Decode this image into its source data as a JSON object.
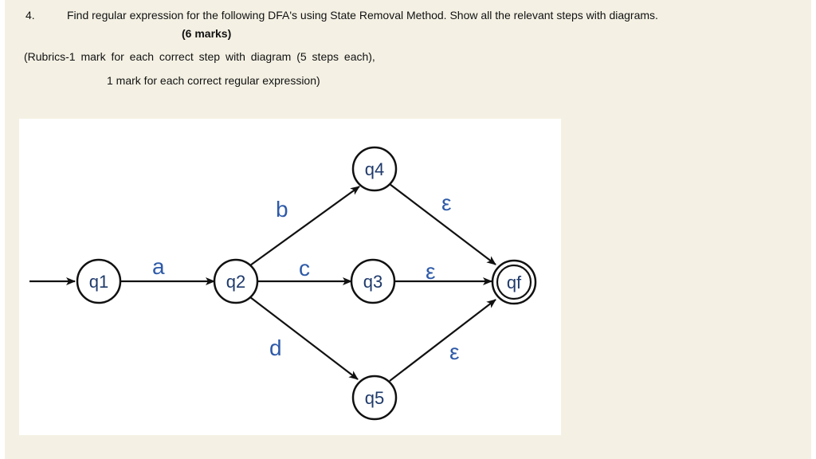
{
  "question": {
    "number": "4.",
    "text": "Find regular expression for the following DFA's using State Removal Method. Show all the relevant steps with diagrams.",
    "marks": "(6 marks)",
    "rubric_line1": "(Rubrics-1 mark for each correct step with diagram (5 steps each),",
    "rubric_line2": "1 mark for each correct regular expression)"
  },
  "dfa": {
    "states": {
      "q1": "q1",
      "q2": "q2",
      "q3": "q3",
      "q4": "q4",
      "q5": "q5",
      "qf": "qf"
    },
    "transitions": [
      {
        "from": "q1",
        "to": "q2",
        "label": "a"
      },
      {
        "from": "q2",
        "to": "q4",
        "label": "b"
      },
      {
        "from": "q2",
        "to": "q3",
        "label": "c"
      },
      {
        "from": "q2",
        "to": "q5",
        "label": "d"
      },
      {
        "from": "q4",
        "to": "qf",
        "label": "ε"
      },
      {
        "from": "q3",
        "to": "qf",
        "label": "ε"
      },
      {
        "from": "q5",
        "to": "qf",
        "label": "ε"
      }
    ],
    "start_state": "q1",
    "final_state": "qf"
  },
  "colors": {
    "state_text": "#1f3a6b",
    "edge_label": "#2e5aa8",
    "page_background": "#f4f1e4"
  }
}
